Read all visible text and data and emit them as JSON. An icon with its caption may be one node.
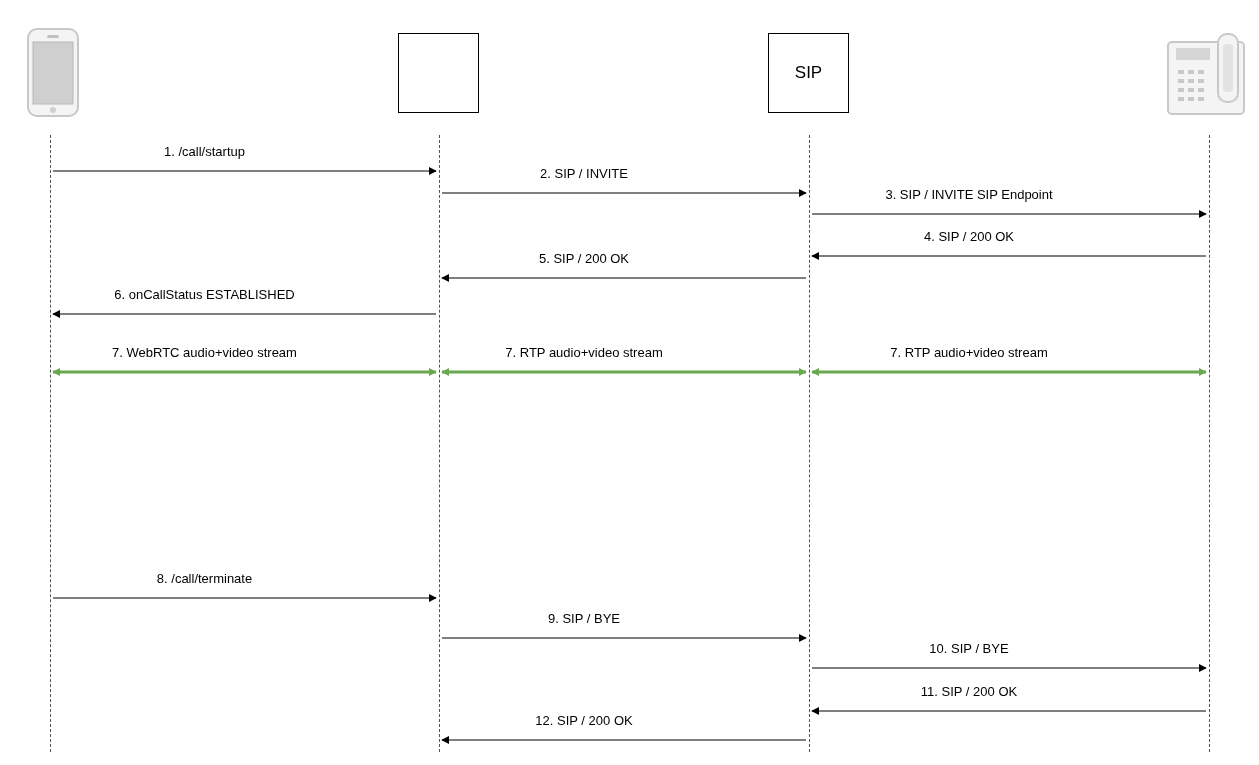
{
  "diagram": {
    "nodes": [
      {
        "text": [],
        "shape": "picture"
      },
      {
        "text": [],
        "shape": "box"
      },
      {
        "text": [
          "SIP"
        ]
      },
      {
        "text": [],
        "shape": "picture"
      },
      {
        "text": [],
        "shape": "line"
      },
      {
        "text": [],
        "shape": "line"
      },
      {
        "text": [],
        "shape": "line"
      },
      {
        "text": [],
        "shape": "line"
      }
    ],
    "edges": [
      {
        "from": 4,
        "to": 5,
        "arrow": "to",
        "label": "1. /call/startup"
      },
      {
        "from": 5,
        "to": 6,
        "arrow": "to",
        "label": "2. SIP / INVITE"
      },
      {
        "from": 6,
        "to": 7,
        "arrow": "to",
        "label": "3. SIP / INVITE SIP Endpoint"
      },
      {
        "from": 7,
        "to": 6,
        "arrow": "to",
        "label": "4. SIP / 200 OK"
      },
      {
        "from": 6,
        "to": 5,
        "arrow": "to",
        "label": "5. SIP / 200 OK"
      },
      {
        "from": 5,
        "to": 4,
        "arrow": "to",
        "label": "6. onCallStatus ESTABLISHED"
      },
      {
        "from": 4,
        "to": 5,
        "arrow": "both",
        "label": "7. WebRTC audio+video stream",
        "style": "thick",
        "color": "#6aa84f"
      },
      {
        "from": 5,
        "to": 6,
        "arrow": "both",
        "label": "7. RTP audio+video stream",
        "style": "thick",
        "color": "#6aa84f"
      },
      {
        "from": 6,
        "to": 7,
        "arrow": "both",
        "label": "7. RTP audio+video stream",
        "style": "thick",
        "color": "#6aa84f"
      },
      {
        "from": 4,
        "to": 5,
        "arrow": "to",
        "label": "8. /call/terminate"
      },
      {
        "from": 5,
        "to": 6,
        "arrow": "to",
        "label": "9. SIP / BYE"
      },
      {
        "from": 6,
        "to": 7,
        "arrow": "to",
        "label": "10. SIP / BYE"
      },
      {
        "from": 7,
        "to": 6,
        "arrow": "to",
        "label": "11. SIP / 200 OK"
      },
      {
        "from": 6,
        "to": 5,
        "arrow": "to",
        "label": "12. SIP / 200 OK"
      }
    ]
  }
}
